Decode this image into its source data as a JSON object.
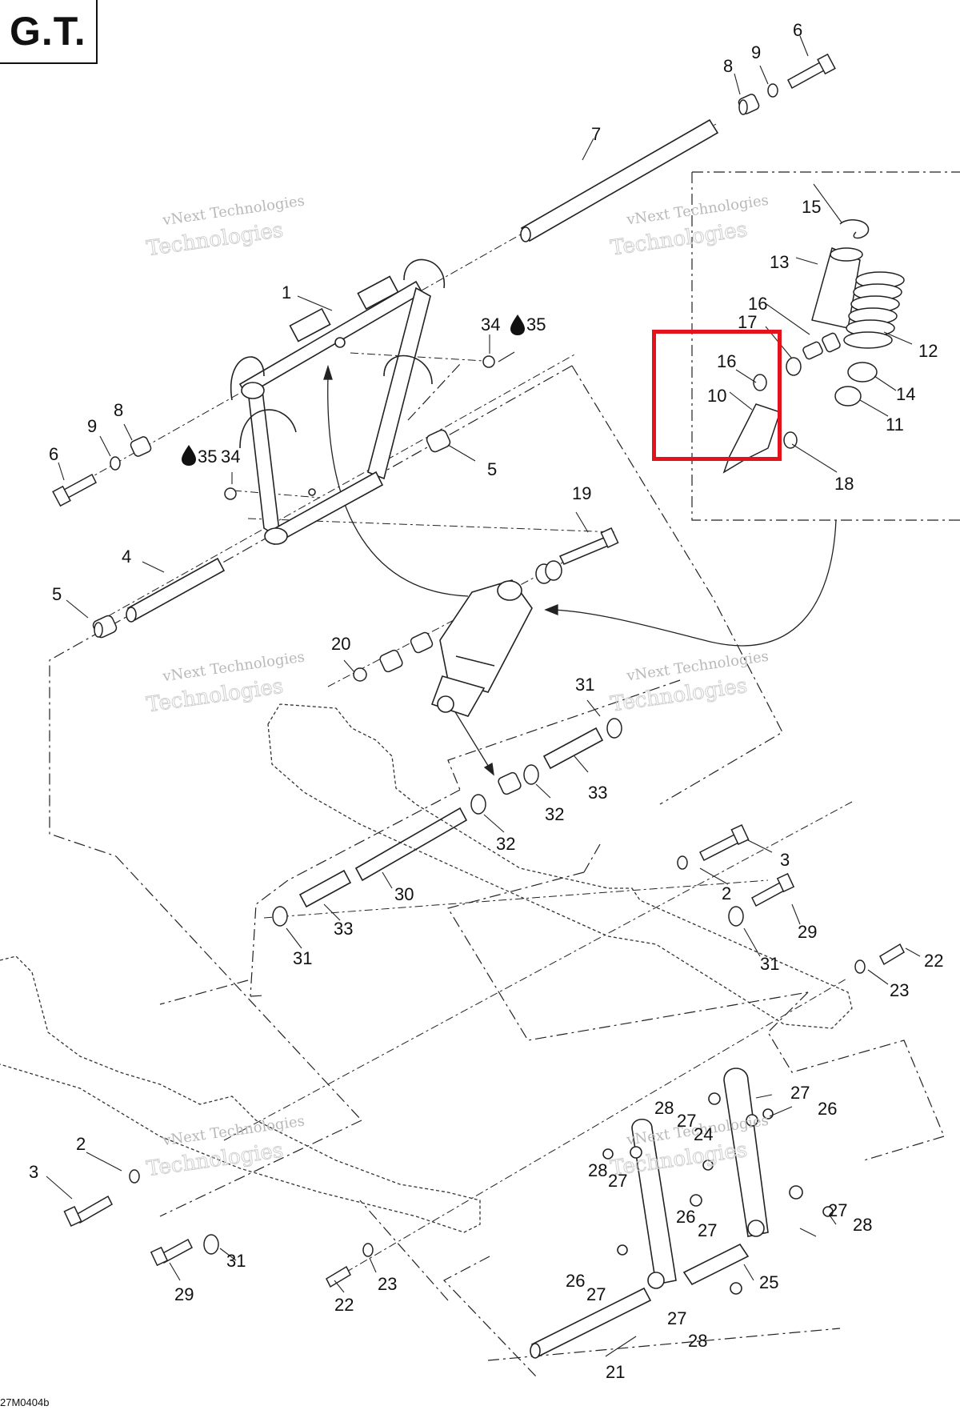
{
  "header": {
    "title": "G.T."
  },
  "footer": {
    "doc_ref": "27M0404b"
  },
  "highlight": {
    "color": "#e3121b"
  },
  "watermark": {
    "line1": "vNext Technologies",
    "line2": "Technologies"
  },
  "callouts": {
    "c1": "1",
    "c2a": "2",
    "c2b": "2",
    "c3a": "3",
    "c3b": "3",
    "c4": "4",
    "c5a": "5",
    "c5b": "5",
    "c6a": "6",
    "c6b": "6",
    "c7": "7",
    "c8a": "8",
    "c8b": "8",
    "c9a": "9",
    "c9b": "9",
    "c10": "10",
    "c11": "11",
    "c12": "12",
    "c13": "13",
    "c14": "14",
    "c15": "15",
    "c16a": "16",
    "c16b": "16",
    "c17": "17",
    "c18": "18",
    "c19": "19",
    "c20": "20",
    "c21": "21",
    "c22a": "22",
    "c22b": "22",
    "c23a": "23",
    "c23b": "23",
    "c24": "24",
    "c25": "25",
    "c26a": "26",
    "c26b": "26",
    "c26c": "26",
    "c27a": "27",
    "c27b": "27",
    "c27c": "27",
    "c27d": "27",
    "c27e": "27",
    "c27f": "27",
    "c27g": "27",
    "c28a": "28",
    "c28b": "28",
    "c28c": "28",
    "c28d": "28",
    "c29a": "29",
    "c29b": "29",
    "c30": "30",
    "c31a": "31",
    "c31b": "31",
    "c31c": "31",
    "c31d": "31",
    "c32a": "32",
    "c32b": "32",
    "c33a": "33",
    "c33b": "33",
    "c34a": "34",
    "c34b": "34",
    "c35a": "35",
    "c35b": "35"
  }
}
